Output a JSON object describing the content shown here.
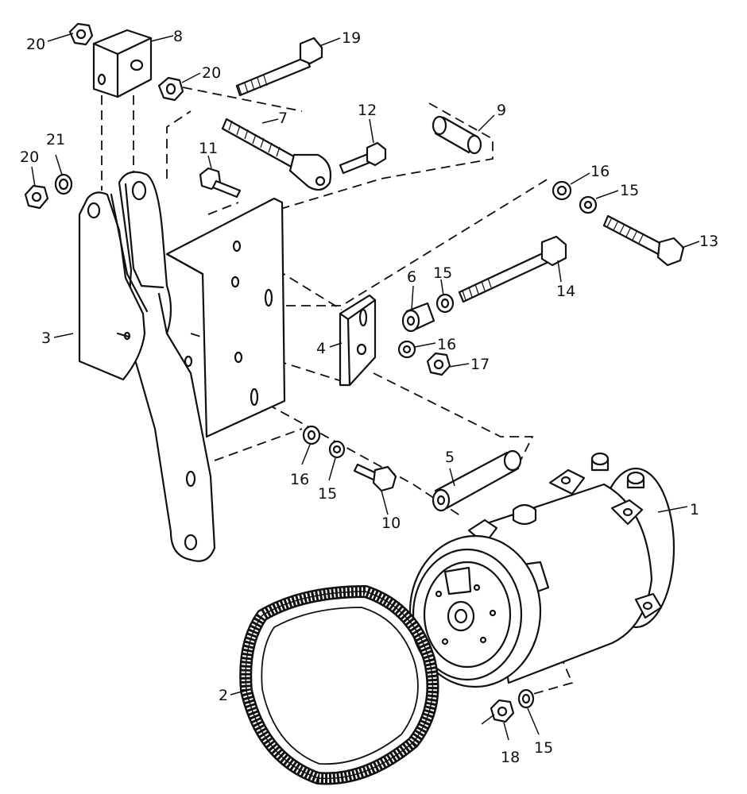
{
  "callouts": {
    "c1": "1",
    "c2": "2",
    "c3": "3",
    "c4": "4",
    "c5": "5",
    "c6": "6",
    "c7": "7",
    "c8": "8",
    "c9": "9",
    "c10": "10",
    "c11": "11",
    "c12": "12",
    "c13": "13",
    "c14": "14",
    "c15a": "15",
    "c15b": "15",
    "c15c": "15",
    "c15d": "15",
    "c16a": "16",
    "c16b": "16",
    "c16c": "16",
    "c17": "17",
    "c18": "18",
    "c19": "19",
    "c20a": "20",
    "c20b": "20",
    "c20c": "20",
    "c21": "21"
  }
}
